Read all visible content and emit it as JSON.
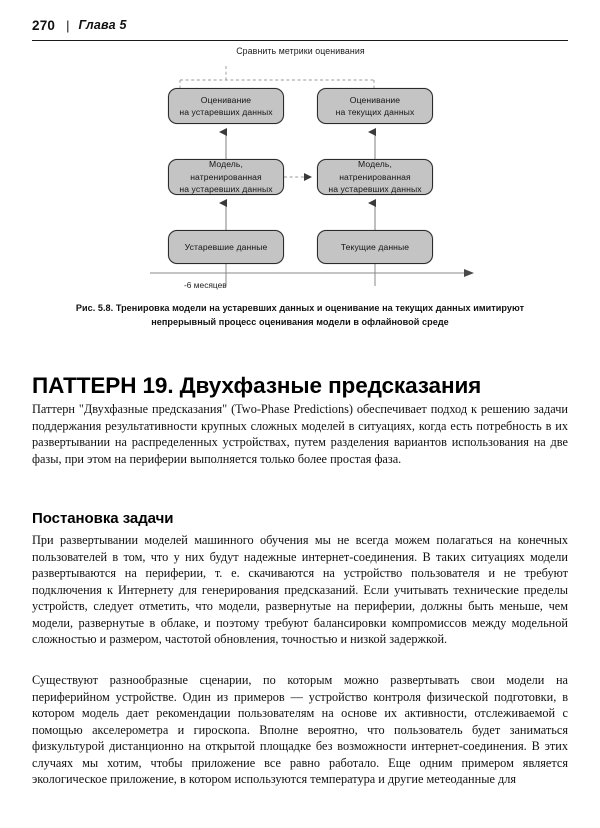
{
  "running_head": {
    "folio": "270",
    "separator": "|",
    "chapter": "Глава 5"
  },
  "figure": {
    "top_label": "Сравнить метрики оценивания",
    "nodes": {
      "eval_old_line1": "Оценивание",
      "eval_old_line2": "на устаревших данных",
      "eval_current_line1": "Оценивание",
      "eval_current_line2": "на текущих данных",
      "model_old_line1": "Модель, натренированная",
      "model_old_line2": "на устаревших данных",
      "model_current_line1": "Модель, натренированная",
      "model_current_line2": "на устаревших данных",
      "data_old": "Устаревшие данные",
      "data_current": "Текущие данные"
    },
    "timeline_label": "-6 месяцев",
    "caption_line1": "Рис. 5.8. Тренировка модели на устаревших данных и оценивание на текущих данных",
    "caption_line2": "имитируют непрерывный процесс оценивания модели в офлайновой среде"
  },
  "pattern_heading": "ПАТТЕРН 19. Двухфазные предсказания",
  "intro_paragraph": "Паттерн \"Двухфазные предсказания\" (Two-Phase Predictions) обеспечивает подход к решению задачи поддержания результативности крупных сложных моделей в ситуациях, когда есть потребность в их развертывании на распределенных устройствах, путем разделения вариантов использования на две фазы, при этом на периферии выполняется только более простая фаза.",
  "section_heading": "Постановка задачи",
  "problem_paragraph_1": "При развертывании моделей машинного обучения мы не всегда можем полагаться на конечных пользователей в том, что у них будут надежные интернет-соединения. В таких ситуациях модели развертываются на периферии, т. е. скачиваются на устройство пользователя и не требуют подключения к Интернету для генерирования предсказаний. Если учитывать технические пределы устройств, следует отметить, что модели, развернутые на периферии, должны быть меньше, чем модели, развернутые в облаке, и поэтому требуют балансировки компромиссов между модельной сложностью и размером, частотой обновления, точностью и низкой задержкой.",
  "problem_paragraph_2": "Существуют разнообразные сценарии, по которым можно развертывать свои модели на периферийном устройстве. Один из примеров — устройство контроля физической подготовки, в котором модель дает рекомендации пользователям на основе их активности, отслеживаемой с помощью акселерометра и гироскопа. Вполне вероятно, что пользователь будет заниматься физкультурой дистанционно на открытой площадке без возможности интернет-соединения. В этих случаях мы хотим, чтобы приложение все равно работало. Еще одним примером является экологическое приложение, в котором используются температура и другие метеоданные для",
  "colors": {
    "node_fill": "#c4c4c4",
    "node_border": "#2b2b2b",
    "connector": "#6e6e6e",
    "rule": "#1a1a1a"
  }
}
